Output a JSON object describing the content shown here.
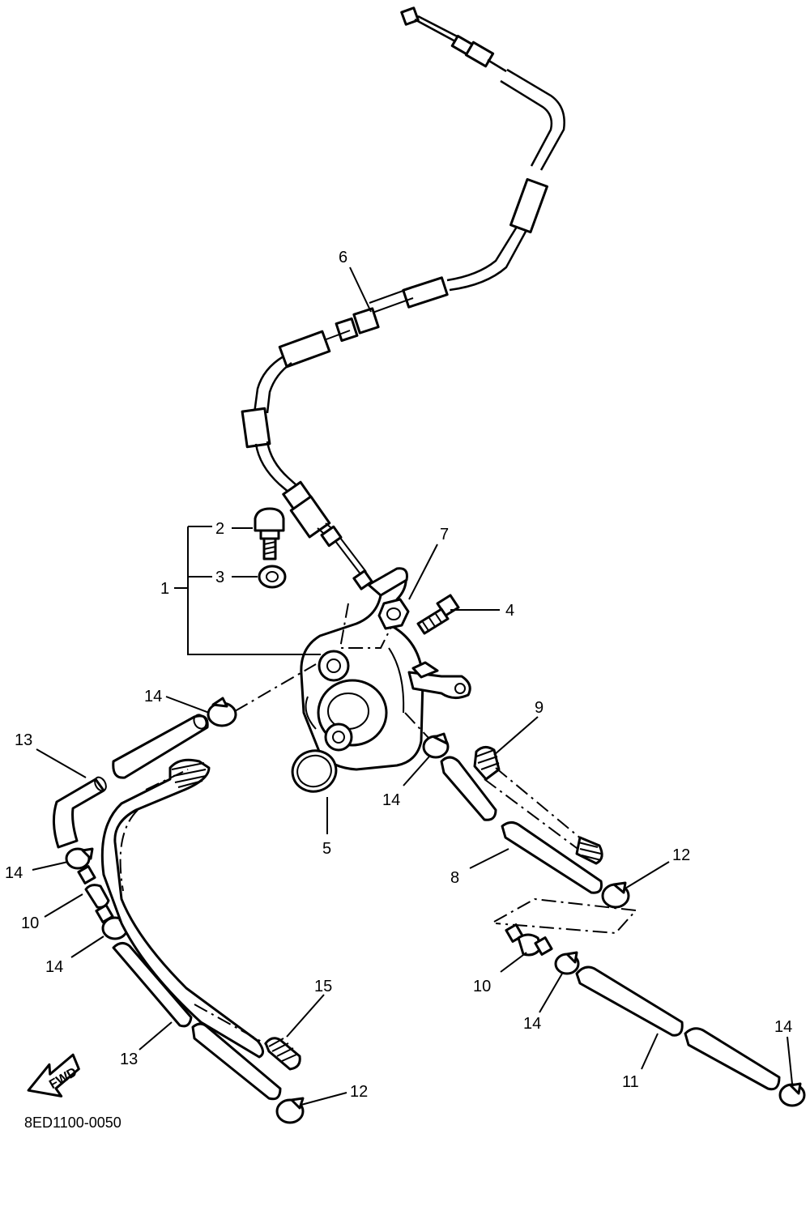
{
  "diagram_code": "8ED1100-0050",
  "direction_label": "FWD",
  "callouts": {
    "c1": "1",
    "c2": "2",
    "c3": "3",
    "c4": "4",
    "c5": "5",
    "c6": "6",
    "c7": "7",
    "c8": "8",
    "c9": "9",
    "c10a": "10",
    "c10b": "10",
    "c11": "11",
    "c12a": "12",
    "c12b": "12",
    "c13a": "13",
    "c13b": "13",
    "c14a": "14",
    "c14b": "14",
    "c14c": "14",
    "c14d": "14",
    "c14e": "14",
    "c14f": "14",
    "c15": "15"
  }
}
